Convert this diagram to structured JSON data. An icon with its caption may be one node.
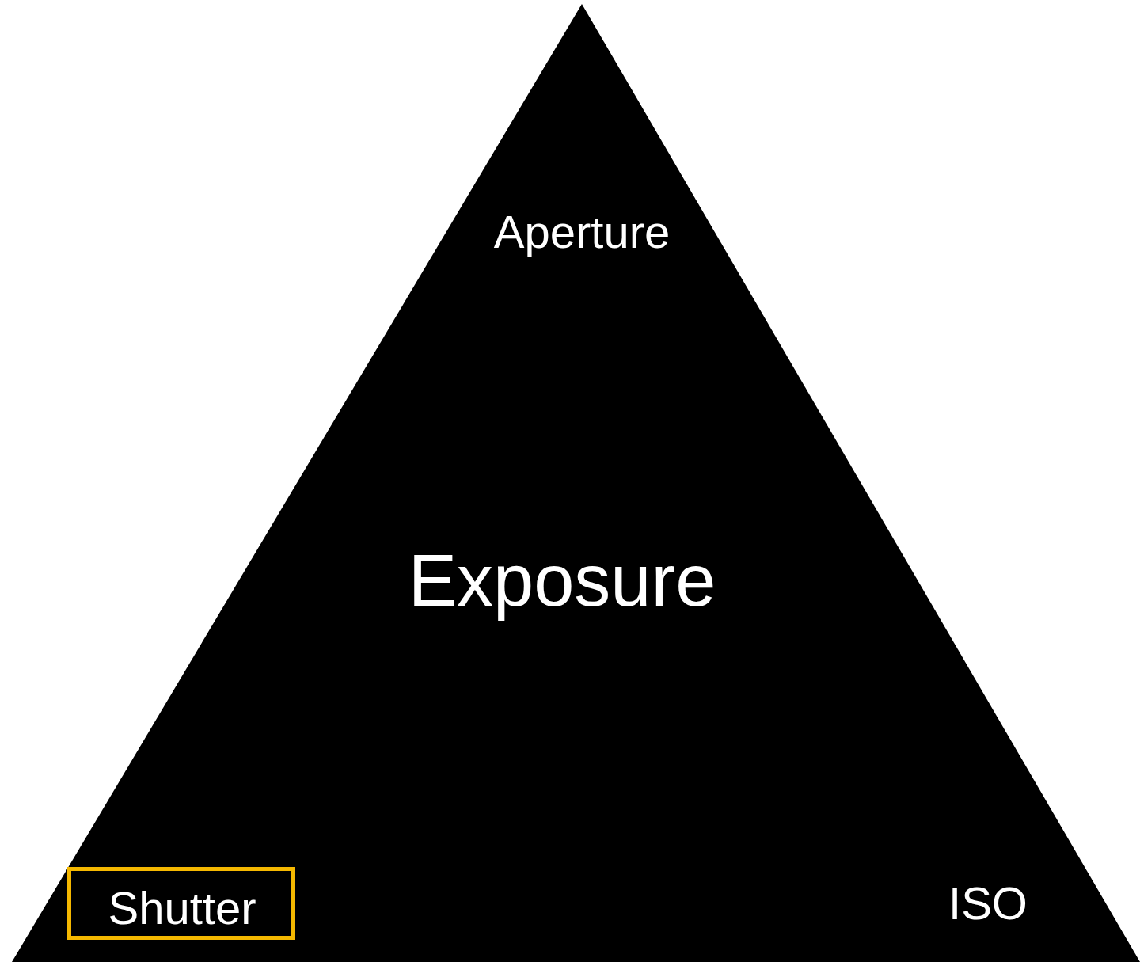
{
  "diagram": {
    "nodes": [
      {
        "text": [
          "Aperture",
          "Exposure",
          "ISO"
        ]
      },
      {
        "text": [
          "Shutter"
        ],
        "in": 0
      }
    ]
  }
}
